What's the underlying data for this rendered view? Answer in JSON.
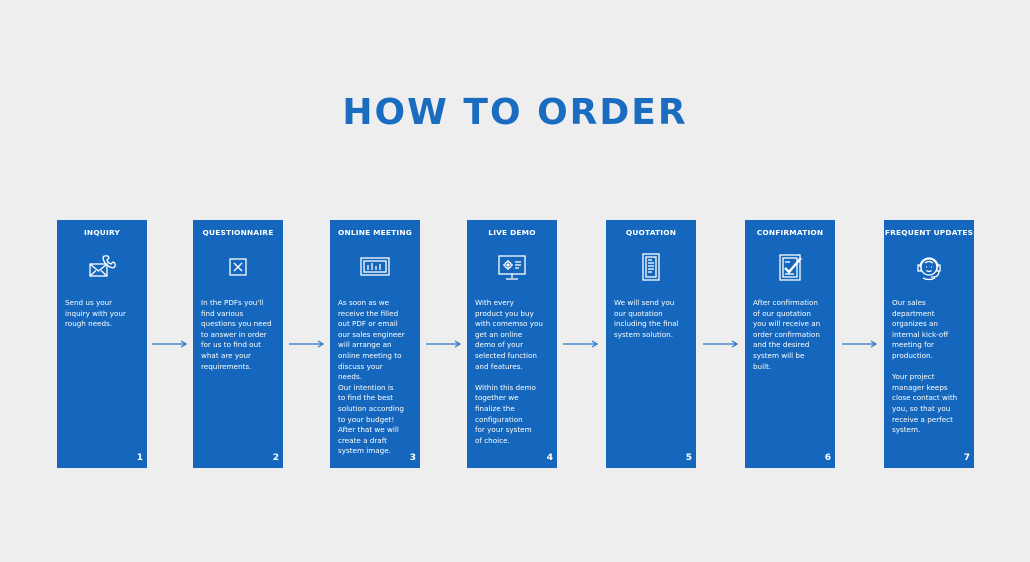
{
  "title": "HOW TO ORDER",
  "colors": {
    "background": "#eeeeee",
    "card": "#1467bd",
    "title": "#1a6cc0",
    "arrow": "#2a74c4"
  },
  "steps": [
    {
      "title": "INQUIRY",
      "icon": "email-phone-icon",
      "text": "Send us your\ninquiry with your\nrough needs.",
      "number": "1"
    },
    {
      "title": "QUESTIONNAIRE",
      "icon": "checkbox-x-icon",
      "text": "In the PDFs you'll\nfind various\nquestions you need\nto answer in order\nfor us to find out\nwhat are your\nrequirements.",
      "number": "2"
    },
    {
      "title": "ONLINE MEETING",
      "icon": "monitor-chart-icon",
      "text": "As soon as we\nreceive the filled\nout PDF or email\nour sales engineer\nwill arrange an\nonline meeting to\ndiscuss your\nneeds.\nOur intention is\nto find the best\nsolution according\nto your budget!\nAfter that we will\ncreate a draft\nsystem image.",
      "number": "3"
    },
    {
      "title": "LIVE DEMO",
      "icon": "monitor-gear-icon",
      "text": "With every\nproduct you buy\nwith comemso you\nget an online\ndemo of your\nselected function\nand features.\n\nWithin this demo\ntogether we\nfinalize the\nconfiguration\nfor your system\nof choice.",
      "number": "4"
    },
    {
      "title": "QUOTATION",
      "icon": "document-icon",
      "text": "We will send you\nour quotation\nincluding the final\nsystem solution.",
      "number": "5"
    },
    {
      "title": "CONFIRMATION",
      "icon": "clipboard-check-icon",
      "text": "After confirmation\nof our quotation\nyou will receive an\norder confirmation\nand the desired\nsystem will be\nbuilt.",
      "number": "6"
    },
    {
      "title": "FREQUENT UPDATES",
      "icon": "headset-agent-icon",
      "text": "Our sales\ndepartment\norganizes an\ninternal kick-off\nmeeting for\nproduction.\n\nYour project\nmanager keeps\nclose contact with\nyou, so that you\nreceive a perfect\nsystem.",
      "number": "7"
    }
  ]
}
